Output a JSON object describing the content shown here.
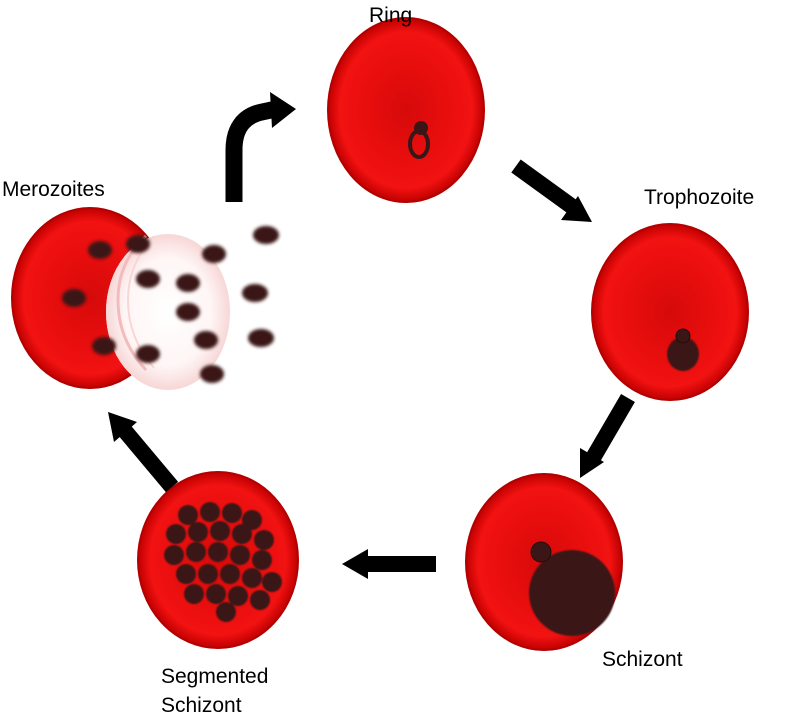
{
  "labels": {
    "ring": "Ring",
    "trophozoite": "Trophozoite",
    "schizont": "Schizont",
    "segmented_line1": "Segmented",
    "segmented_line2": "Schizont",
    "merozoites": "Merozoites"
  },
  "colors": {
    "cell_fill": "#ee0f0f",
    "cell_edge": "#b30000",
    "parasite": "#3a1616",
    "arrow": "#000000"
  }
}
